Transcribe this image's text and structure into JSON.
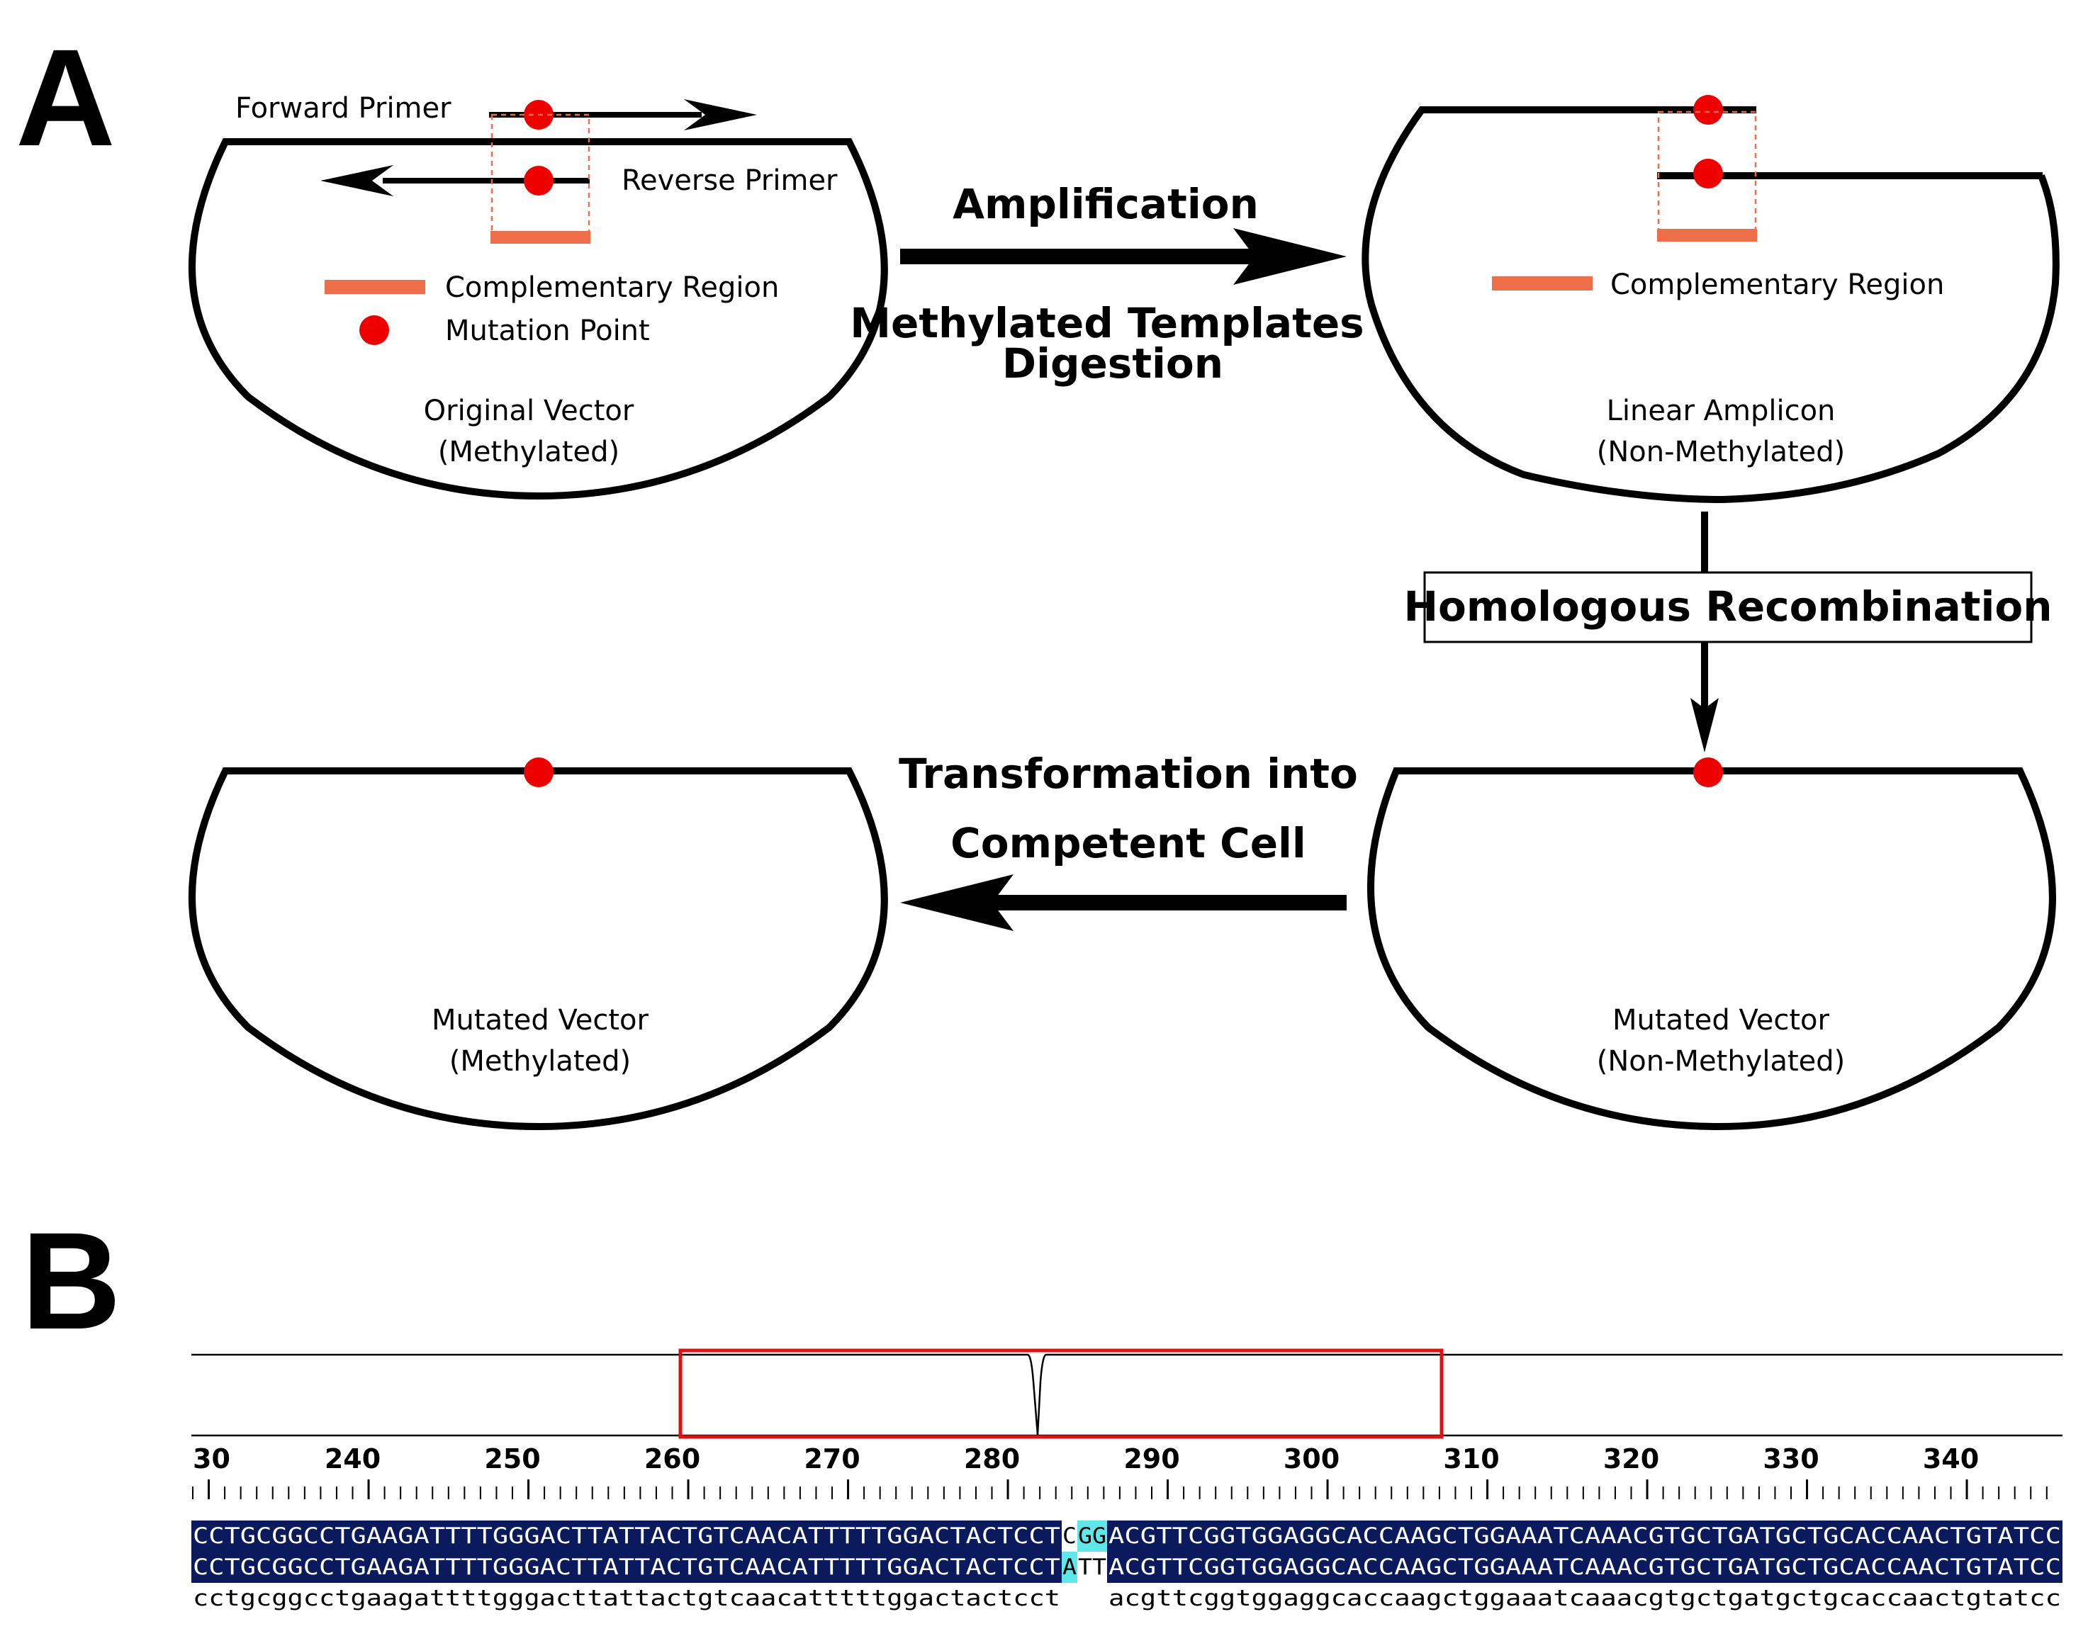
{
  "panel_a": {
    "letter": "A",
    "forward_primer": "Forward Primer",
    "reverse_primer": "Reverse Primer",
    "legend_complementary_1": "Complementary Region",
    "legend_mutation": "Mutation Point",
    "original_vector_1": "Original Vector",
    "original_vector_2": "(Methylated)",
    "step_amplification": "Amplification",
    "step_digestion_1": "Methylated  Templates",
    "step_digestion_2": "Digestion",
    "legend_complementary_2": "Complementary Region",
    "linear_amplicon_1": "Linear Amplicon",
    "linear_amplicon_2": "(Non-Methylated)",
    "step_recombination": "Homologous  Recombination",
    "step_transformation_1": "Transformation into",
    "step_transformation_2": "Competent Cell",
    "mutated_vector_nm_1": "Mutated Vector",
    "mutated_vector_nm_2": "(Non-Methylated)",
    "mutated_vector_m_1": "Mutated Vector",
    "mutated_vector_m_2": "(Methylated)",
    "colors": {
      "complementary": "#ee6e4a",
      "mutation": "#ee0000"
    }
  },
  "panel_b": {
    "letter": "B",
    "ruler_labels": [
      "30",
      "240",
      "250",
      "260",
      "270",
      "280",
      "290",
      "300",
      "310",
      "320",
      "330",
      "340"
    ],
    "seq_row1_left": "CCTGCGGCCTGAAGATTTTGGGACTTATTACTGTCAACATTTTTGGACTACTCCT",
    "seq_row1_mid": "C",
    "seq_row1_hl": "GG",
    "seq_row1_right": "ACGTTCGGTGGAGGCACCAAGCTGGAAATCAAACGTGCTGATGCTGCACCAACTGTATCC",
    "seq_row2_left": "CCTGCGGCCTGAAGATTTTGGGACTTATTACTGTCAACATTTTTGGACTACTCCT",
    "seq_row2_hl": "A",
    "seq_row2_mid": "TT",
    "seq_row2_right": "ACGTTCGGTGGAGGCACCAAGCTGGAAATCAAACGTGCTGATGCTGCACCAACTGTATCC",
    "seq_row3_left": "cctgcggcctgaagattttgggacttattactgtcaacatttttggactactcct",
    "seq_row3_right": "acgttcggtggaggcaccaagctggaaatcaaacgtgctgatgctgcaccaactgtatcc",
    "colors": {
      "seq_bg": "#0a1a5c",
      "seq_text": "#ffffff",
      "highlight": "#5fe8ea",
      "box": "#dd1111"
    }
  }
}
